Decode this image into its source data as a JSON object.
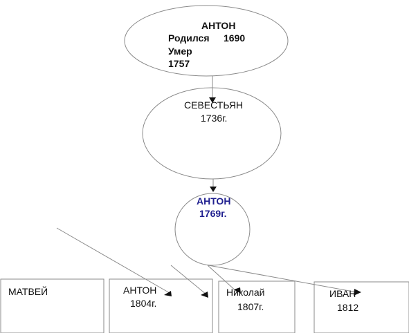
{
  "root": {
    "name": "АНТОН",
    "born_label": "Родился",
    "born_year": "1690",
    "died_label": "Умер",
    "died_year": "1757"
  },
  "son": {
    "name": "СЕВЕСТЬЯН",
    "year": "1736г."
  },
  "grandson": {
    "name": "АНТОН",
    "year": "1769г."
  },
  "children": [
    {
      "name": "МАТВЕЙ",
      "year": ""
    },
    {
      "name": "АНТОН",
      "year": "1804г."
    },
    {
      "name": "Николай",
      "year": "1807г."
    },
    {
      "name": "ИВАН",
      "year": "1812"
    }
  ],
  "colors": {
    "line": "#8a8a8a",
    "accent": "#1f1f8f",
    "text": "#111111"
  }
}
